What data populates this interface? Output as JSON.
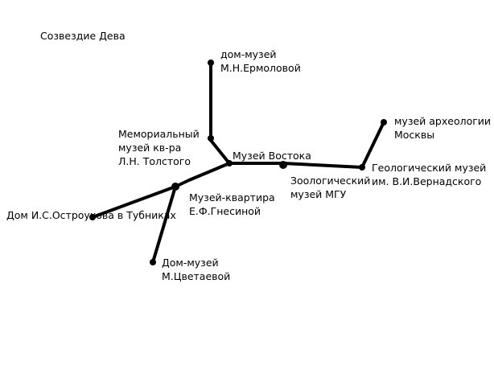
{
  "title": "Созвездие Дева",
  "stations": {
    "ermolova": [
      "дом-музей",
      "М.Н.Ермоловой"
    ],
    "tolstoy": [
      "Мемориальный",
      "музей кв-ра",
      "Л.Н. Толстого"
    ],
    "vostok": [
      "Музей Востока"
    ],
    "zoo": [
      "Зоологический",
      "музей МГУ"
    ],
    "geology": [
      "Геологический музей",
      "им. В.И.Вернадского"
    ],
    "archaeology": [
      "музей археологии",
      "Москвы"
    ],
    "gnesina": [
      "Музей-квартира",
      "Е.Ф.Гнесиной"
    ],
    "ostrovsky": [
      "Дом И.С.Остроухова в Тубниках"
    ],
    "tsvetaeva": [
      "Дом-музей",
      "М.Цветаевой"
    ]
  }
}
